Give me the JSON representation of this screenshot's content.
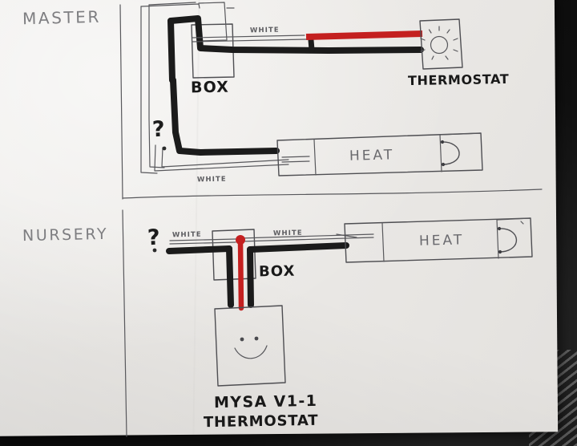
{
  "document": {
    "kind": "hand-drawn-wiring-diagram",
    "medium": "pencil and marker on white paper",
    "colors": {
      "paper": "#ecebe8",
      "backdrop": "#101010",
      "marker_black": "#1a1a1a",
      "marker_red": "#c42020",
      "pencil": "#6e6e72"
    }
  },
  "sections": [
    {
      "id": "master",
      "label": "MASTER",
      "components": [
        {
          "name": "junction-box",
          "label": "BOX"
        },
        {
          "name": "thermostat",
          "label": "THERMOSTAT",
          "icon": "sun-icon"
        },
        {
          "name": "heater",
          "label": "HEAT",
          "icon": "heating-element-icon"
        }
      ],
      "wire_labels": [
        {
          "text": "WHITE",
          "position": "top-run"
        },
        {
          "text": "WHITE",
          "position": "bottom-run"
        }
      ],
      "annotations": [
        {
          "name": "question-mark",
          "text": "?"
        }
      ]
    },
    {
      "id": "nursery",
      "label": "NURSERY",
      "components": [
        {
          "name": "junction-box",
          "label": "BOX"
        },
        {
          "name": "mysa-thermostat",
          "label_line1": "MYSA V1-1",
          "label_line2": "THERMOSTAT",
          "icon": "smiley-face-icon"
        },
        {
          "name": "heater",
          "label": "HEAT",
          "icon": "heating-element-icon"
        }
      ],
      "wire_labels": [
        {
          "text": "WHITE",
          "position": "left-run"
        },
        {
          "text": "WHITE",
          "position": "right-run"
        }
      ],
      "annotations": [
        {
          "name": "question-mark",
          "text": "?"
        }
      ]
    }
  ],
  "labels": {
    "master": "MASTER",
    "nursery": "NURSERY",
    "box": "BOX",
    "thermostat": "THERMOSTAT",
    "heat": "HEAT",
    "white": "WHITE",
    "question": "?",
    "mysa_model": "MYSA V1-1",
    "mysa_thermostat": "THERMOSTAT"
  }
}
